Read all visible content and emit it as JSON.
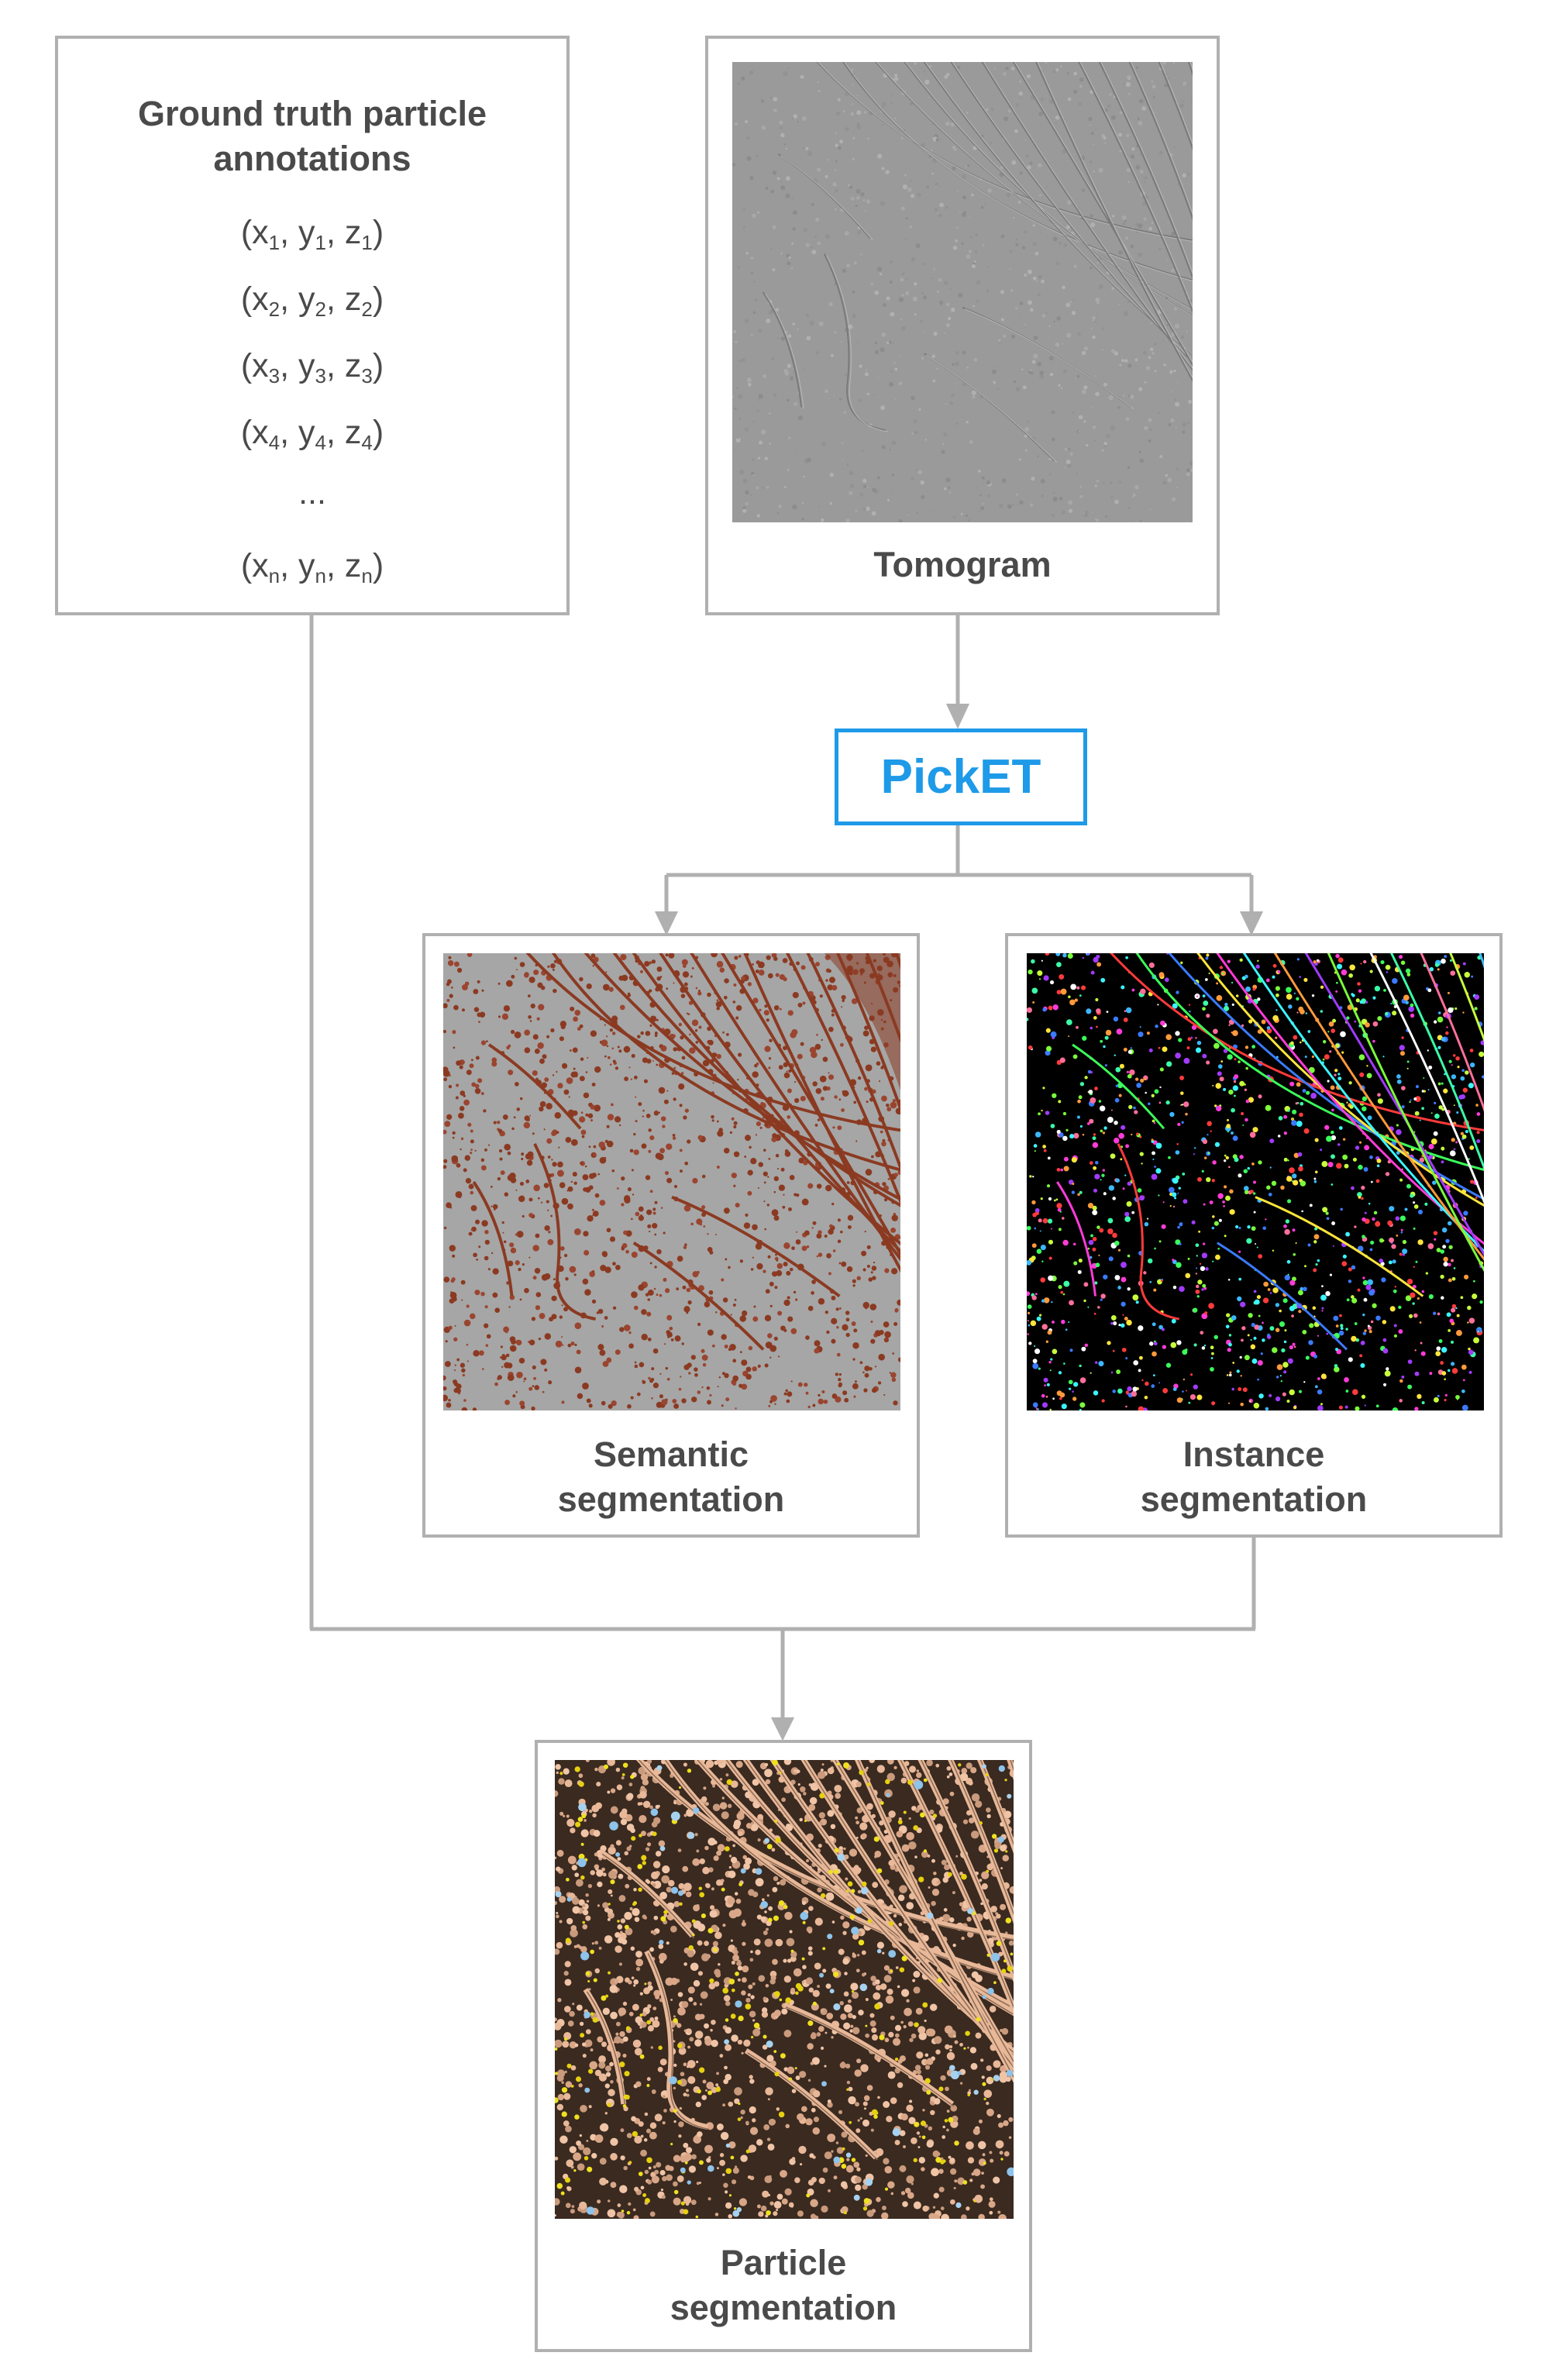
{
  "colors": {
    "connector": "#b0b0b0",
    "picket_accent": "#1e9ae8",
    "text": "#4a4a4a",
    "semantic_foreground": "#8b3a22",
    "semantic_background": "#a6a6a6",
    "tomogram_gray": "#9a9a9a",
    "particle_peach": "#e8b898",
    "particle_yellow": "#f0e020",
    "particle_blue": "#8ec3ea"
  },
  "annotations": {
    "title_line1": "Ground truth particle",
    "title_line2": "annotations",
    "coords": [
      {
        "x": "1",
        "y": "1",
        "z": "1"
      },
      {
        "x": "2",
        "y": "2",
        "z": "2"
      },
      {
        "x": "3",
        "y": "3",
        "z": "3"
      },
      {
        "x": "4",
        "y": "4",
        "z": "4"
      },
      {
        "ellipsis": "..."
      },
      {
        "x": "n",
        "y": "n",
        "z": "n"
      }
    ]
  },
  "tomogram": {
    "label": "Tomogram"
  },
  "picket": {
    "label": "PickET"
  },
  "semantic": {
    "label_line1": "Semantic",
    "label_line2": "segmentation"
  },
  "instance": {
    "label_line1": "Instance",
    "label_line2": "segmentation"
  },
  "particle": {
    "label_line1": "Particle",
    "label_line2": "segmentation"
  }
}
